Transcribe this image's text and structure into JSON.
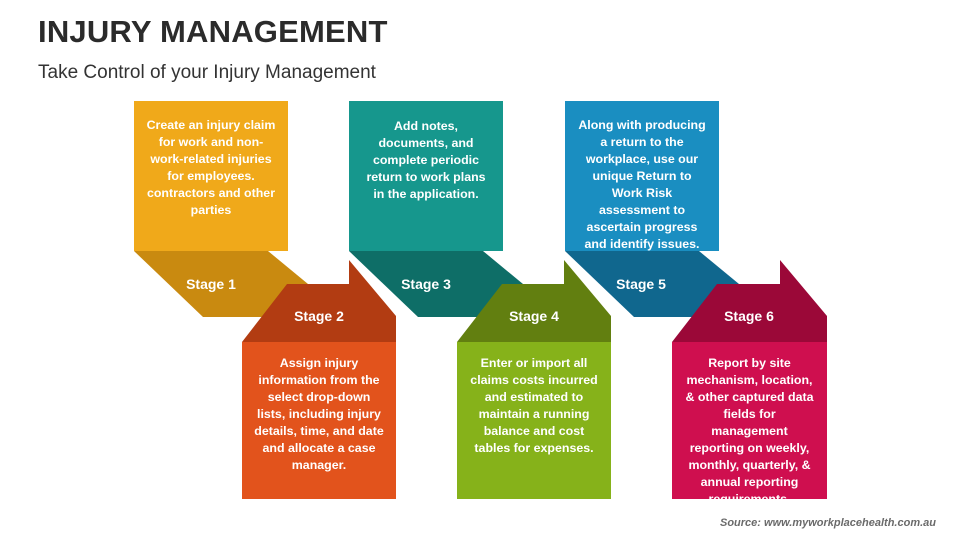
{
  "title": "INJURY MANAGEMENT",
  "subtitle": "Take Control of your Injury Management",
  "source": "Source: www.myworkplacehealth.com.au",
  "colors": {
    "stage1": "#f0a91a",
    "stage1_dark": "#c98a10",
    "stage2": "#e2531c",
    "stage2_dark": "#b23c12",
    "stage3": "#16978d",
    "stage3_dark": "#0e6e67",
    "stage4": "#86b21a",
    "stage4_dark": "#627f10",
    "stage5": "#1a8ec1",
    "stage5_dark": "#10678e",
    "stage6": "#cf0f4f",
    "stage6_dark": "#9b0838"
  },
  "stages": [
    {
      "label": "Stage 1",
      "text": "Create an injury claim for work and non-work-related injuries for employees. contractors and other parties"
    },
    {
      "label": "Stage 2",
      "text": "Assign injury information from the select drop-down lists, including injury details, time, and date and allocate a case manager."
    },
    {
      "label": "Stage 3",
      "text": "Add notes, documents, and complete periodic return to work plans in the application."
    },
    {
      "label": "Stage 4",
      "text": "Enter or import all claims costs incurred and estimated to maintain a running balance and cost tables for expenses."
    },
    {
      "label": "Stage 5",
      "text": "Along with producing a return to the workplace, use our unique Return to Work Risk assessment to ascertain progress and identify issues."
    },
    {
      "label": "Stage 6",
      "text": "Report by site mechanism, location, & other captured data fields for management reporting on weekly, monthly, quarterly, & annual reporting requirements."
    }
  ]
}
